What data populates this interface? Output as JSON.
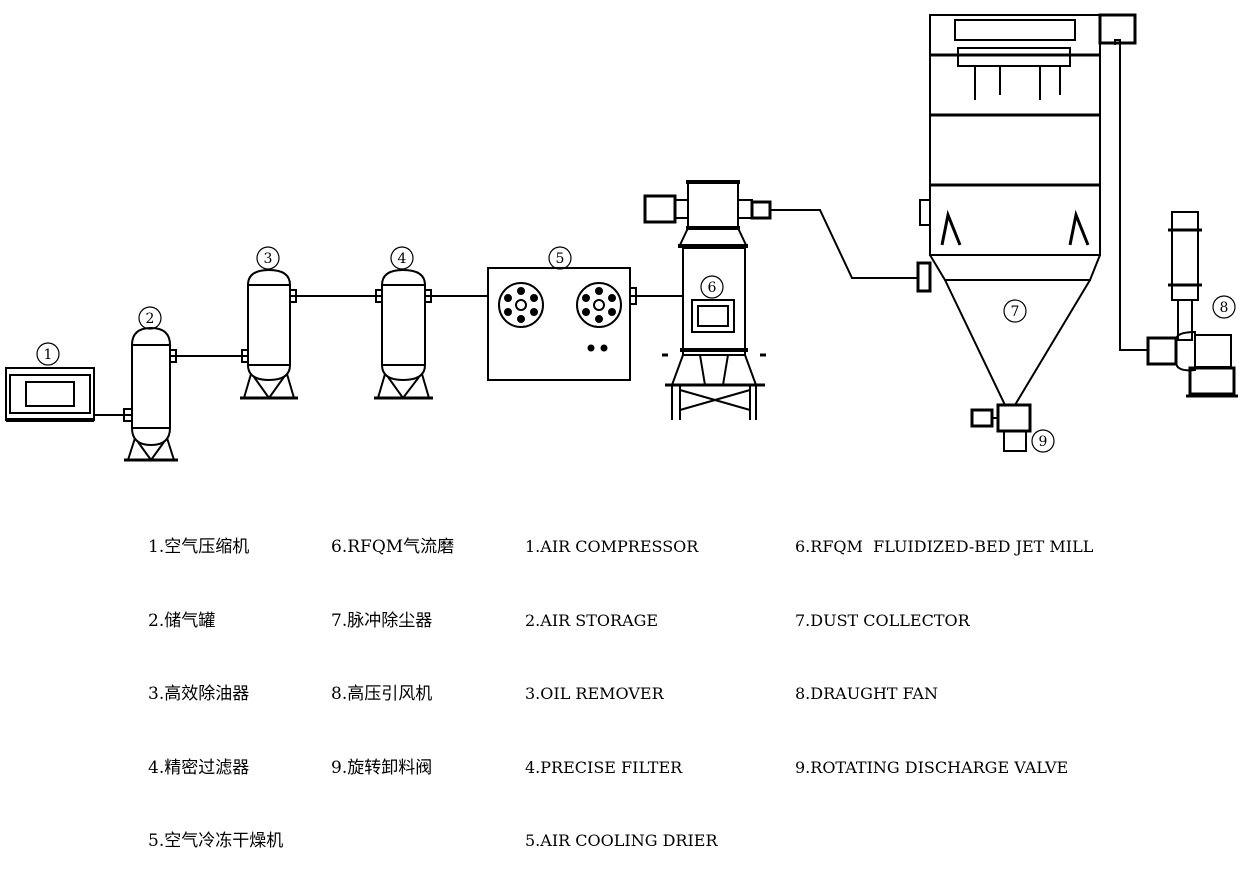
{
  "callouts": [
    "1",
    "2",
    "3",
    "4",
    "5",
    "6",
    "7",
    "8",
    "9"
  ],
  "legend_cn_col1": [
    "1.空气压缩机",
    "2.储气罐",
    "3.高效除油器",
    "4.精密过滤器",
    "5.空气冷冻干燥机"
  ],
  "legend_cn_col2": [
    "6.RFQM气流磨",
    "7.脉冲除尘器",
    "8.高压引风机",
    "9.旋转卸料阀"
  ],
  "legend_en_col1": [
    "1.AIR COMPRESSOR",
    "2.AIR STORAGE",
    "3.OIL REMOVER",
    "4.PRECISE FILTER",
    "5.AIR COOLING DRIER"
  ],
  "legend_en_col2": [
    "6.RFQM  FLUIDIZED-BED JET MILL",
    "7.DUST COLLECTOR",
    "8.DRAUGHT FAN",
    "9.ROTATING DISCHARGE VALVE"
  ]
}
